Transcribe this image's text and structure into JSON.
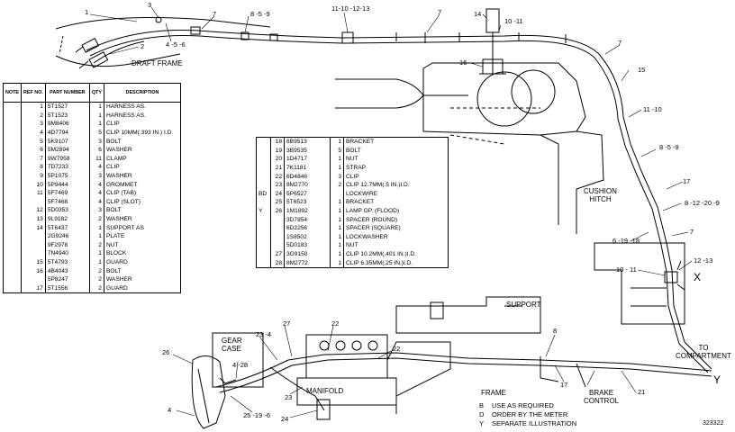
{
  "labels": {
    "draft_frame": "DRAFT FRAME",
    "cushion_hitch_1": "CUSHION",
    "cushion_hitch_2": "HITCH",
    "support": "SUPPORT",
    "gear_case_1": "GEAR",
    "gear_case_2": "CASE",
    "manifold": "MANIFOLD",
    "frame": "FRAME",
    "brake_control_1": "BRAKE",
    "brake_control_2": "CONTROL",
    "to_compartment_1": "TO",
    "to_compartment_2": "COMPARTMENT",
    "x_mark": "X",
    "y_mark": "Y",
    "drawing_number": "323322"
  },
  "callouts": {
    "c1": "1",
    "c2": "2",
    "c3": "3",
    "c456": "4 -5 -6",
    "c7a": "7",
    "c859a": "8 -5 -9",
    "c11101213": "11-10 -12-13",
    "c7b": "7",
    "c14": "14",
    "c1011a": "10 -11",
    "c16": "16",
    "c7c": "7",
    "c15": "15",
    "c1110": "11 -10",
    "c859b": "8 -5 -9",
    "c17a": "17",
    "c8122010": "8 -12 -20 -9",
    "c61918": "6 -19 -18",
    "c7d": "7",
    "c1011b": "10 - 11",
    "c1213": "12 -13",
    "c27": "27",
    "c22a": "22",
    "c234": "23 -4",
    "c26": "26",
    "c428": "4 -28",
    "c22b": "22",
    "c23": "23",
    "c24": "24",
    "c25196": "25 -19 -6",
    "c4": "4",
    "c8": "8",
    "c17b": "17",
    "c21": "21"
  },
  "table_left": {
    "headers": {
      "note": "NOTE",
      "ref": "REF NO.",
      "part": "PART NUMBER",
      "qty": "QTY",
      "desc": "DESCRIPTION"
    },
    "rows": [
      {
        "note": "",
        "ref": "1",
        "part": "5T1527",
        "qty": "1",
        "desc": "HARNESS AS."
      },
      {
        "note": "",
        "ref": "2",
        "part": "5T1523",
        "qty": "1",
        "desc": "HARNESS AS."
      },
      {
        "note": "",
        "ref": "3",
        "part": "9M8406",
        "qty": "1",
        "desc": "CLIP"
      },
      {
        "note": "",
        "ref": "4",
        "part": "4D7794",
        "qty": "5",
        "desc": "CLIP 10MM(.393 IN.) I.D"
      },
      {
        "note": "",
        "ref": "5",
        "part": "5K9107",
        "qty": "3",
        "desc": "BOLT"
      },
      {
        "note": "",
        "ref": "6",
        "part": "5M2894",
        "qty": "6",
        "desc": "WASHER"
      },
      {
        "note": "",
        "ref": "7",
        "part": "9W7958",
        "qty": "11",
        "desc": "CLAMP"
      },
      {
        "note": "",
        "ref": "8",
        "part": "7D7233",
        "qty": "4",
        "desc": "CLIP"
      },
      {
        "note": "",
        "ref": "9",
        "part": "5P1075",
        "qty": "3",
        "desc": "WASHER"
      },
      {
        "note": "",
        "ref": "10",
        "part": "5P9444",
        "qty": "4",
        "desc": "GROMMET"
      },
      {
        "note": "",
        "ref": "11",
        "part": "5F7469",
        "qty": "4",
        "desc": "CLIP (TAB)"
      },
      {
        "note": "",
        "ref": "",
        "part": "5F7468",
        "qty": "4",
        "desc": "CLIP (SLOT)"
      },
      {
        "note": "",
        "ref": "12",
        "part": "5D0353",
        "qty": "3",
        "desc": "BOLT"
      },
      {
        "note": "",
        "ref": "13",
        "part": "9L9182",
        "qty": "2",
        "desc": "WASHER"
      },
      {
        "note": "",
        "ref": "14",
        "part": "5T6437",
        "qty": "1",
        "desc": "SUPPORT AS"
      },
      {
        "note": "",
        "ref": "",
        "part": "2G9246",
        "qty": "1",
        "desc": "PLATE"
      },
      {
        "note": "",
        "ref": "",
        "part": "9F2978",
        "qty": "2",
        "desc": "NUT"
      },
      {
        "note": "",
        "ref": "",
        "part": "7N4940",
        "qty": "1",
        "desc": "BLOCK"
      },
      {
        "note": "",
        "ref": "15",
        "part": "5T4793",
        "qty": "1",
        "desc": "GUARD"
      },
      {
        "note": "",
        "ref": "16",
        "part": "4B4043",
        "qty": "2",
        "desc": "BOLT"
      },
      {
        "note": "",
        "ref": "",
        "part": "5P8247",
        "qty": "2",
        "desc": "WASHER"
      },
      {
        "note": "",
        "ref": "17",
        "part": "5T1556",
        "qty": "2",
        "desc": "GUARD"
      }
    ]
  },
  "table_mid": {
    "rows": [
      {
        "note": "",
        "ref": "18",
        "part": "6B9513",
        "qty": "1",
        "desc": "BRACKET"
      },
      {
        "note": "",
        "ref": "19",
        "part": "3B9535",
        "qty": "5",
        "desc": "BOLT"
      },
      {
        "note": "",
        "ref": "20",
        "part": "1D4717",
        "qty": "1",
        "desc": "NUT"
      },
      {
        "note": "",
        "ref": "21",
        "part": "7K1181",
        "qty": "1",
        "desc": "STRAP"
      },
      {
        "note": "",
        "ref": "22",
        "part": "6D4846",
        "qty": "3",
        "desc": "CLIP"
      },
      {
        "note": "",
        "ref": "23",
        "part": "8M2770",
        "qty": "2",
        "desc": "CLIP 12.7MM(.5 IN.)I.D."
      },
      {
        "note": "BD",
        "ref": "24",
        "part": "5P6527",
        "qty": "",
        "desc": "LOCKWIRE"
      },
      {
        "note": "",
        "ref": "25",
        "part": "5T6523",
        "qty": "1",
        "desc": "BRACKET"
      },
      {
        "note": "Y",
        "ref": "26",
        "part": "1M1892",
        "qty": "1",
        "desc": "LAMP GP. (FLOOD)"
      },
      {
        "note": "",
        "ref": "",
        "part": "3D7854",
        "qty": "1",
        "desc": "SPACER (ROUND)"
      },
      {
        "note": "",
        "ref": "",
        "part": "6D2256",
        "qty": "1",
        "desc": "SPACER (SQUARE)"
      },
      {
        "note": "",
        "ref": "",
        "part": "1S8502",
        "qty": "1",
        "desc": "LOCKWASHER"
      },
      {
        "note": "",
        "ref": "",
        "part": "5D0183",
        "qty": "1",
        "desc": "NUT"
      },
      {
        "note": "",
        "ref": "27",
        "part": "3G9150",
        "qty": "1",
        "desc": "CLIP 10.2MM(.401 IN.)I.D."
      },
      {
        "note": "",
        "ref": "28",
        "part": "8M2772",
        "qty": "1",
        "desc": "CLIP 6.35MM(.25 IN.)I.D."
      }
    ]
  },
  "legend": [
    {
      "key": "B",
      "text": "USE AS REQUIRED"
    },
    {
      "key": "D",
      "text": "ORDER BY THE METER"
    },
    {
      "key": "Y",
      "text": "SEPARATE ILLUSTRATION"
    }
  ]
}
